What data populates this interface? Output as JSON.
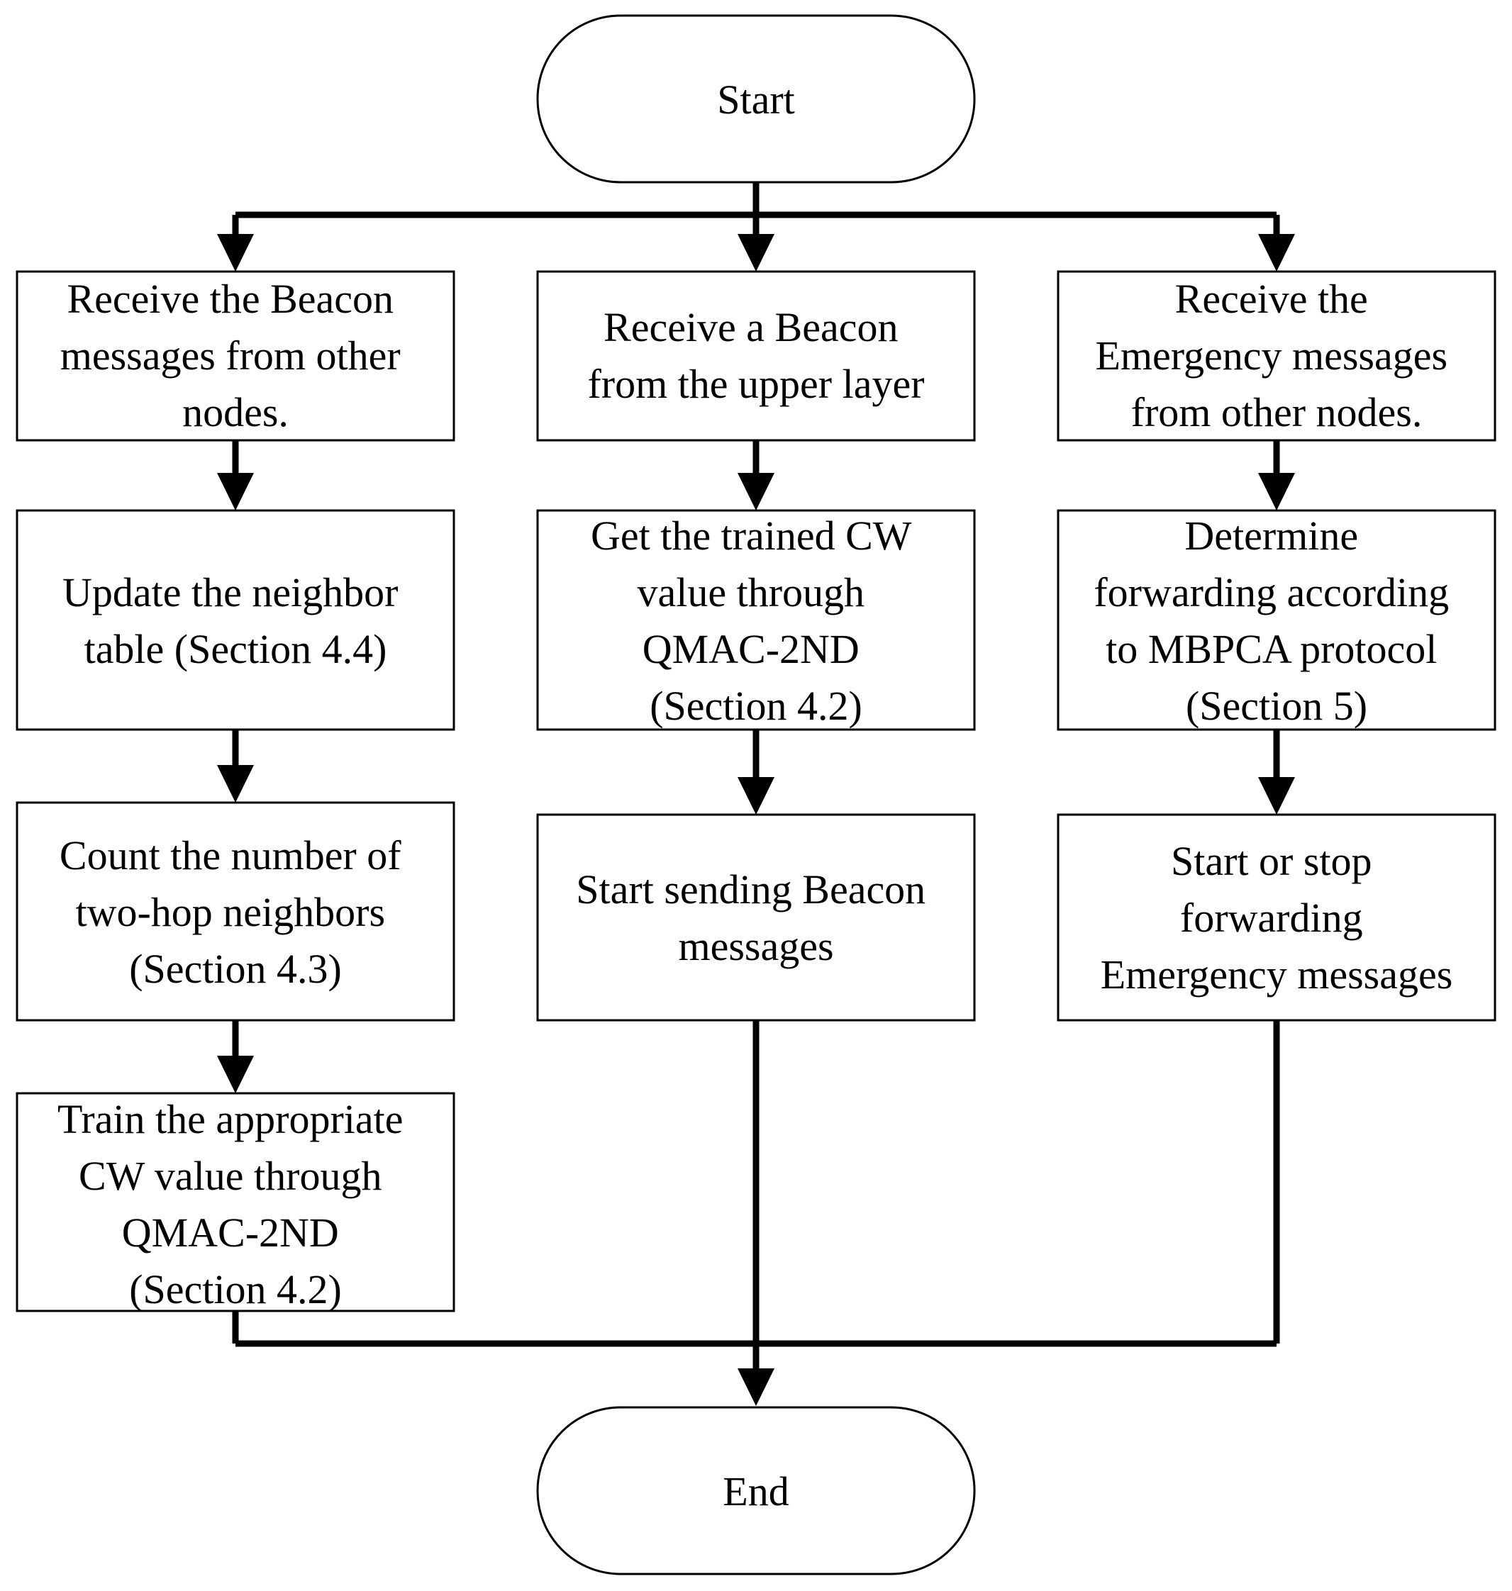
{
  "diagram": {
    "start_label": "Start",
    "end_label": "End",
    "left": {
      "step1": [
        "Receive the Beacon",
        "messages from other",
        "nodes."
      ],
      "step2": [
        "Update the neighbor",
        "table (Section 4.4)"
      ],
      "step3": [
        "Count the number of",
        "two-hop neighbors",
        "(Section 4.3)"
      ],
      "step4": [
        "Train the appropriate",
        "CW value through",
        "QMAC-2ND",
        "(Section 4.2)"
      ]
    },
    "middle": {
      "step1": [
        "Receive a Beacon",
        "from the upper layer"
      ],
      "step2": [
        "Get the trained CW",
        "value through",
        "QMAC-2ND",
        "(Section 4.2)"
      ],
      "step3": [
        "Start sending Beacon",
        "messages"
      ]
    },
    "right": {
      "step1": [
        "Receive the",
        "Emergency messages",
        "from other nodes."
      ],
      "step2": [
        "Determine",
        "forwarding according",
        "to MBPCA protocol",
        "(Section 5)"
      ],
      "step3": [
        "Start or stop",
        "forwarding",
        "Emergency messages"
      ]
    }
  }
}
